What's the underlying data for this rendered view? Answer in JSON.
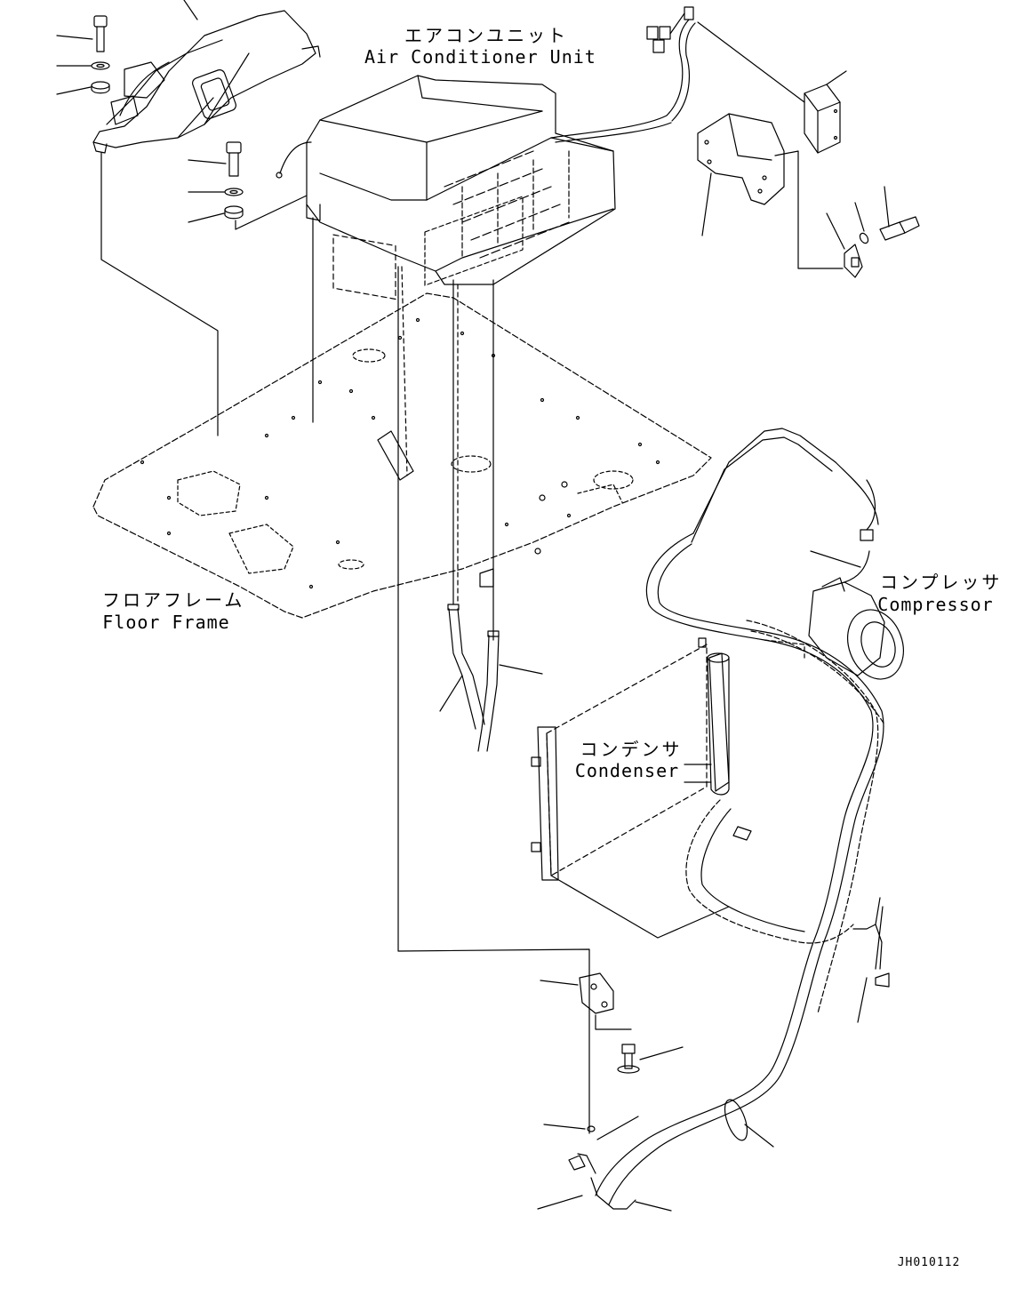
{
  "labels": {
    "ac_unit_jp": "エアコンユニット",
    "ac_unit_en": "Air Conditioner Unit",
    "floor_frame_jp": "フロアフレーム",
    "floor_frame_en": "Floor Frame",
    "compressor_jp": "コンプレッサ",
    "compressor_en": "Compressor",
    "condenser_jp": "コンデンサ",
    "condenser_en": "Condenser"
  },
  "drawing_code": "JH010112"
}
